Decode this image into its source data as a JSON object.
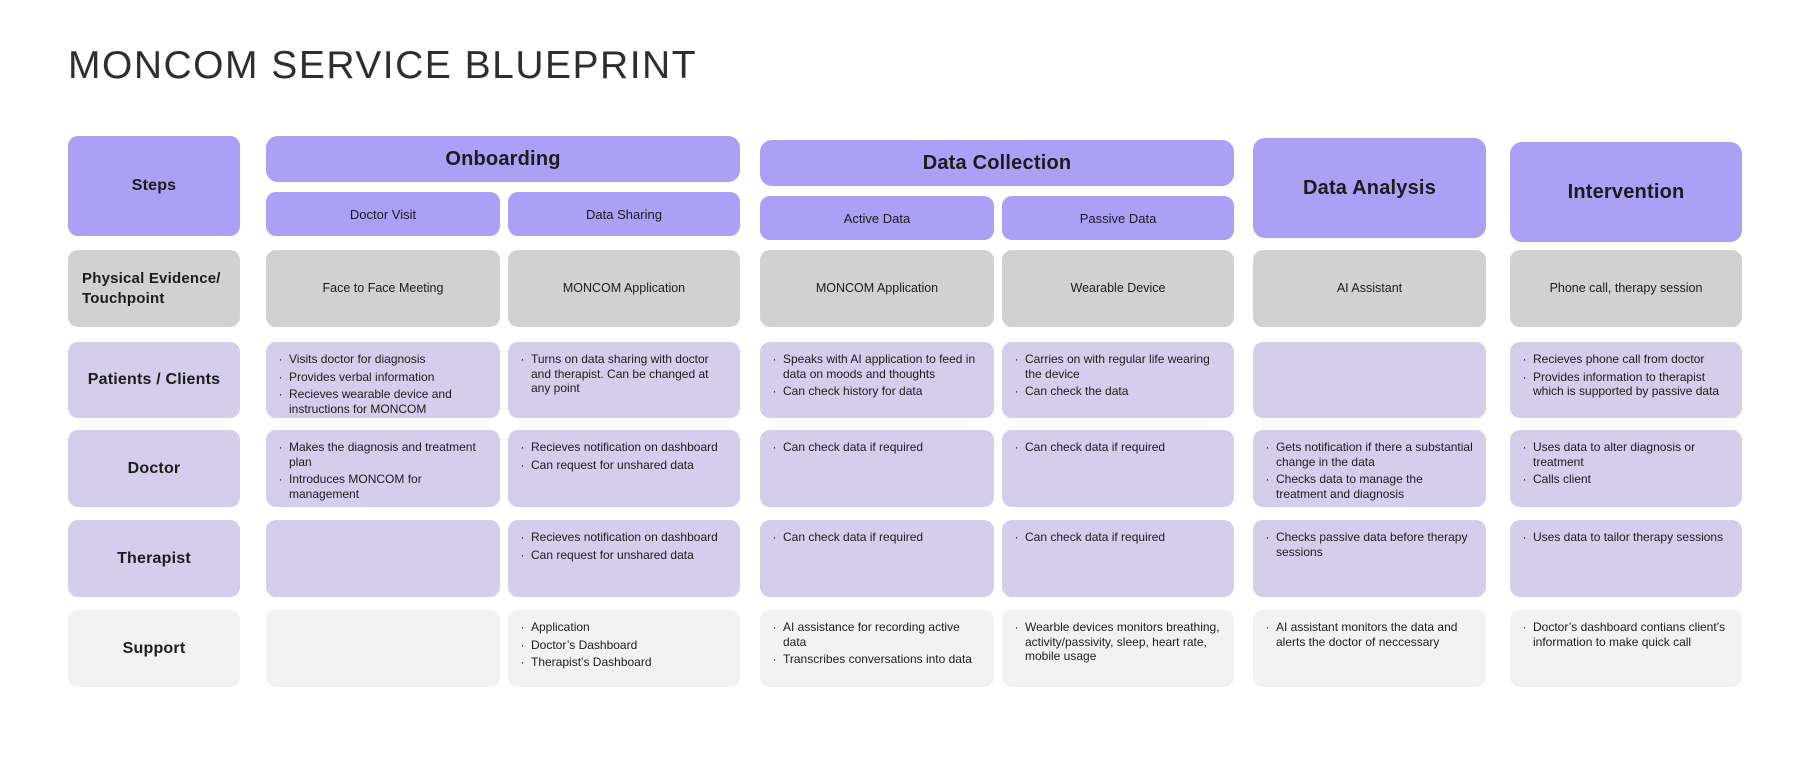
{
  "title": "MONCOM SERVICE BLUEPRINT",
  "bullet_char": "·",
  "colors": {
    "background": "#ffffff",
    "header_purple": "#ab9ff6",
    "cell_lavender": "#d5cdec",
    "cell_gray": "#d2d1d1",
    "cell_light": "#f3f2f2",
    "text": "#1c1c1c"
  },
  "header": {
    "row_label": "Steps",
    "groups": [
      {
        "label": "Onboarding",
        "sub_columns": [
          "Doctor Visit",
          "Data Sharing"
        ]
      },
      {
        "label": "Data Collection",
        "sub_columns": [
          "Active Data",
          "Passive Data"
        ]
      },
      {
        "label": "Data Analysis",
        "sub_columns": []
      },
      {
        "label": "Intervention",
        "sub_columns": []
      }
    ]
  },
  "rows": [
    {
      "label": "Physical Evidence/\nTouchpoint",
      "style": "gray",
      "cells": [
        {
          "text": "Face to Face Meeting"
        },
        {
          "text": "MONCOM Application"
        },
        {
          "text": "MONCOM Application"
        },
        {
          "text": "Wearable Device"
        },
        {
          "text": "AI Assistant"
        },
        {
          "text": "Phone call, therapy session"
        }
      ]
    },
    {
      "label": "Patients / Clients",
      "style": "lavender",
      "cells": [
        {
          "bullets": [
            "Visits doctor for diagnosis",
            "Provides verbal information",
            "Recieves wearable device and instructions for MONCOM"
          ]
        },
        {
          "bullets": [
            "Turns on data sharing with doctor and therapist. Can be changed at any point"
          ]
        },
        {
          "bullets": [
            "Speaks with AI application to feed in data on moods and thoughts",
            "Can check history for data"
          ]
        },
        {
          "bullets": [
            "Carries on with regular life wearing the device",
            "Can check the data"
          ]
        },
        {
          "bullets": []
        },
        {
          "bullets": [
            "Recieves phone call from doctor",
            "Provides information to therapist which is supported by passive data"
          ]
        }
      ]
    },
    {
      "label": "Doctor",
      "style": "lavender",
      "cells": [
        {
          "bullets": [
            "Makes the diagnosis and treatment plan",
            "Introduces MONCOM for management"
          ]
        },
        {
          "bullets": [
            "Recieves notification on dashboard",
            "Can request for unshared data"
          ]
        },
        {
          "bullets": [
            "Can check data if required"
          ]
        },
        {
          "bullets": [
            "Can check data if required"
          ]
        },
        {
          "bullets": [
            "Gets notification if there a substantial change in the data",
            "Checks data to manage the treatment and diagnosis"
          ]
        },
        {
          "bullets": [
            "Uses data to alter diagnosis or treatment",
            "Calls client"
          ]
        }
      ]
    },
    {
      "label": "Therapist",
      "style": "lavender",
      "cells": [
        {
          "bullets": []
        },
        {
          "bullets": [
            "Recieves notification on dashboard",
            "Can request for unshared data"
          ]
        },
        {
          "bullets": [
            "Can check data if required"
          ]
        },
        {
          "bullets": [
            "Can check data if required"
          ]
        },
        {
          "bullets": [
            "Checks passive data before therapy sessions"
          ]
        },
        {
          "bullets": [
            "Uses data to tailor therapy sessions"
          ]
        }
      ]
    },
    {
      "label": "Support",
      "style": "light",
      "cells": [
        {
          "bullets": []
        },
        {
          "bullets": [
            "Application",
            "Doctor’s Dashboard",
            "Therapist’s Dashboard"
          ]
        },
        {
          "bullets": [
            "AI assistance for recording active data",
            "Transcribes conversations into data"
          ]
        },
        {
          "bullets": [
            "Wearble devices monitors breathing, activity/passivity, sleep, heart rate, mobile usage"
          ]
        },
        {
          "bullets": [
            "AI assistant monitors the data and alerts the doctor of neccessary"
          ]
        },
        {
          "bullets": [
            "Doctor’s dashboard contians client’s information to make quick call"
          ]
        }
      ]
    }
  ]
}
